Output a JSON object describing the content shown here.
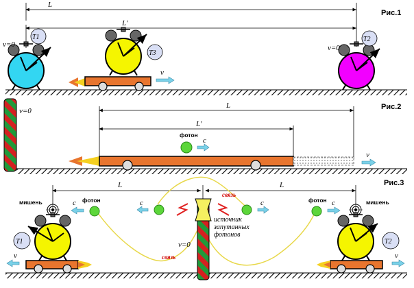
{
  "fig1": {
    "title": "Рис.1",
    "L": "L",
    "Lprime": "L'",
    "v0": "v=0",
    "v": "v",
    "T1": "T1",
    "T2": "T2",
    "T3": "T3",
    "colors": {
      "clock1": "#33d6f2",
      "clock2": "#f200ff",
      "clock3": "#f5f500",
      "cart": "#e8752e"
    }
  },
  "fig2": {
    "title": "Рис.2",
    "L": "L",
    "Lprime": "L'",
    "v0": "v=0",
    "photon_label": "фотон",
    "c": "c",
    "v": "v"
  },
  "fig3": {
    "title": "Рис.3",
    "L_left": "L",
    "L_right": "L",
    "target_left": "мишень",
    "target_right": "мишень",
    "photon_left": "фотон",
    "photon_right": "фотон",
    "c1": "c",
    "c2": "c",
    "c3": "c",
    "c4": "c",
    "link_top": "связь",
    "link_bottom": "связь",
    "source": [
      "источник",
      "запутанных",
      "фотонов"
    ],
    "v0": "v=0",
    "T1": "T1",
    "T2": "T2",
    "v_left": "v",
    "v_right": "v"
  }
}
